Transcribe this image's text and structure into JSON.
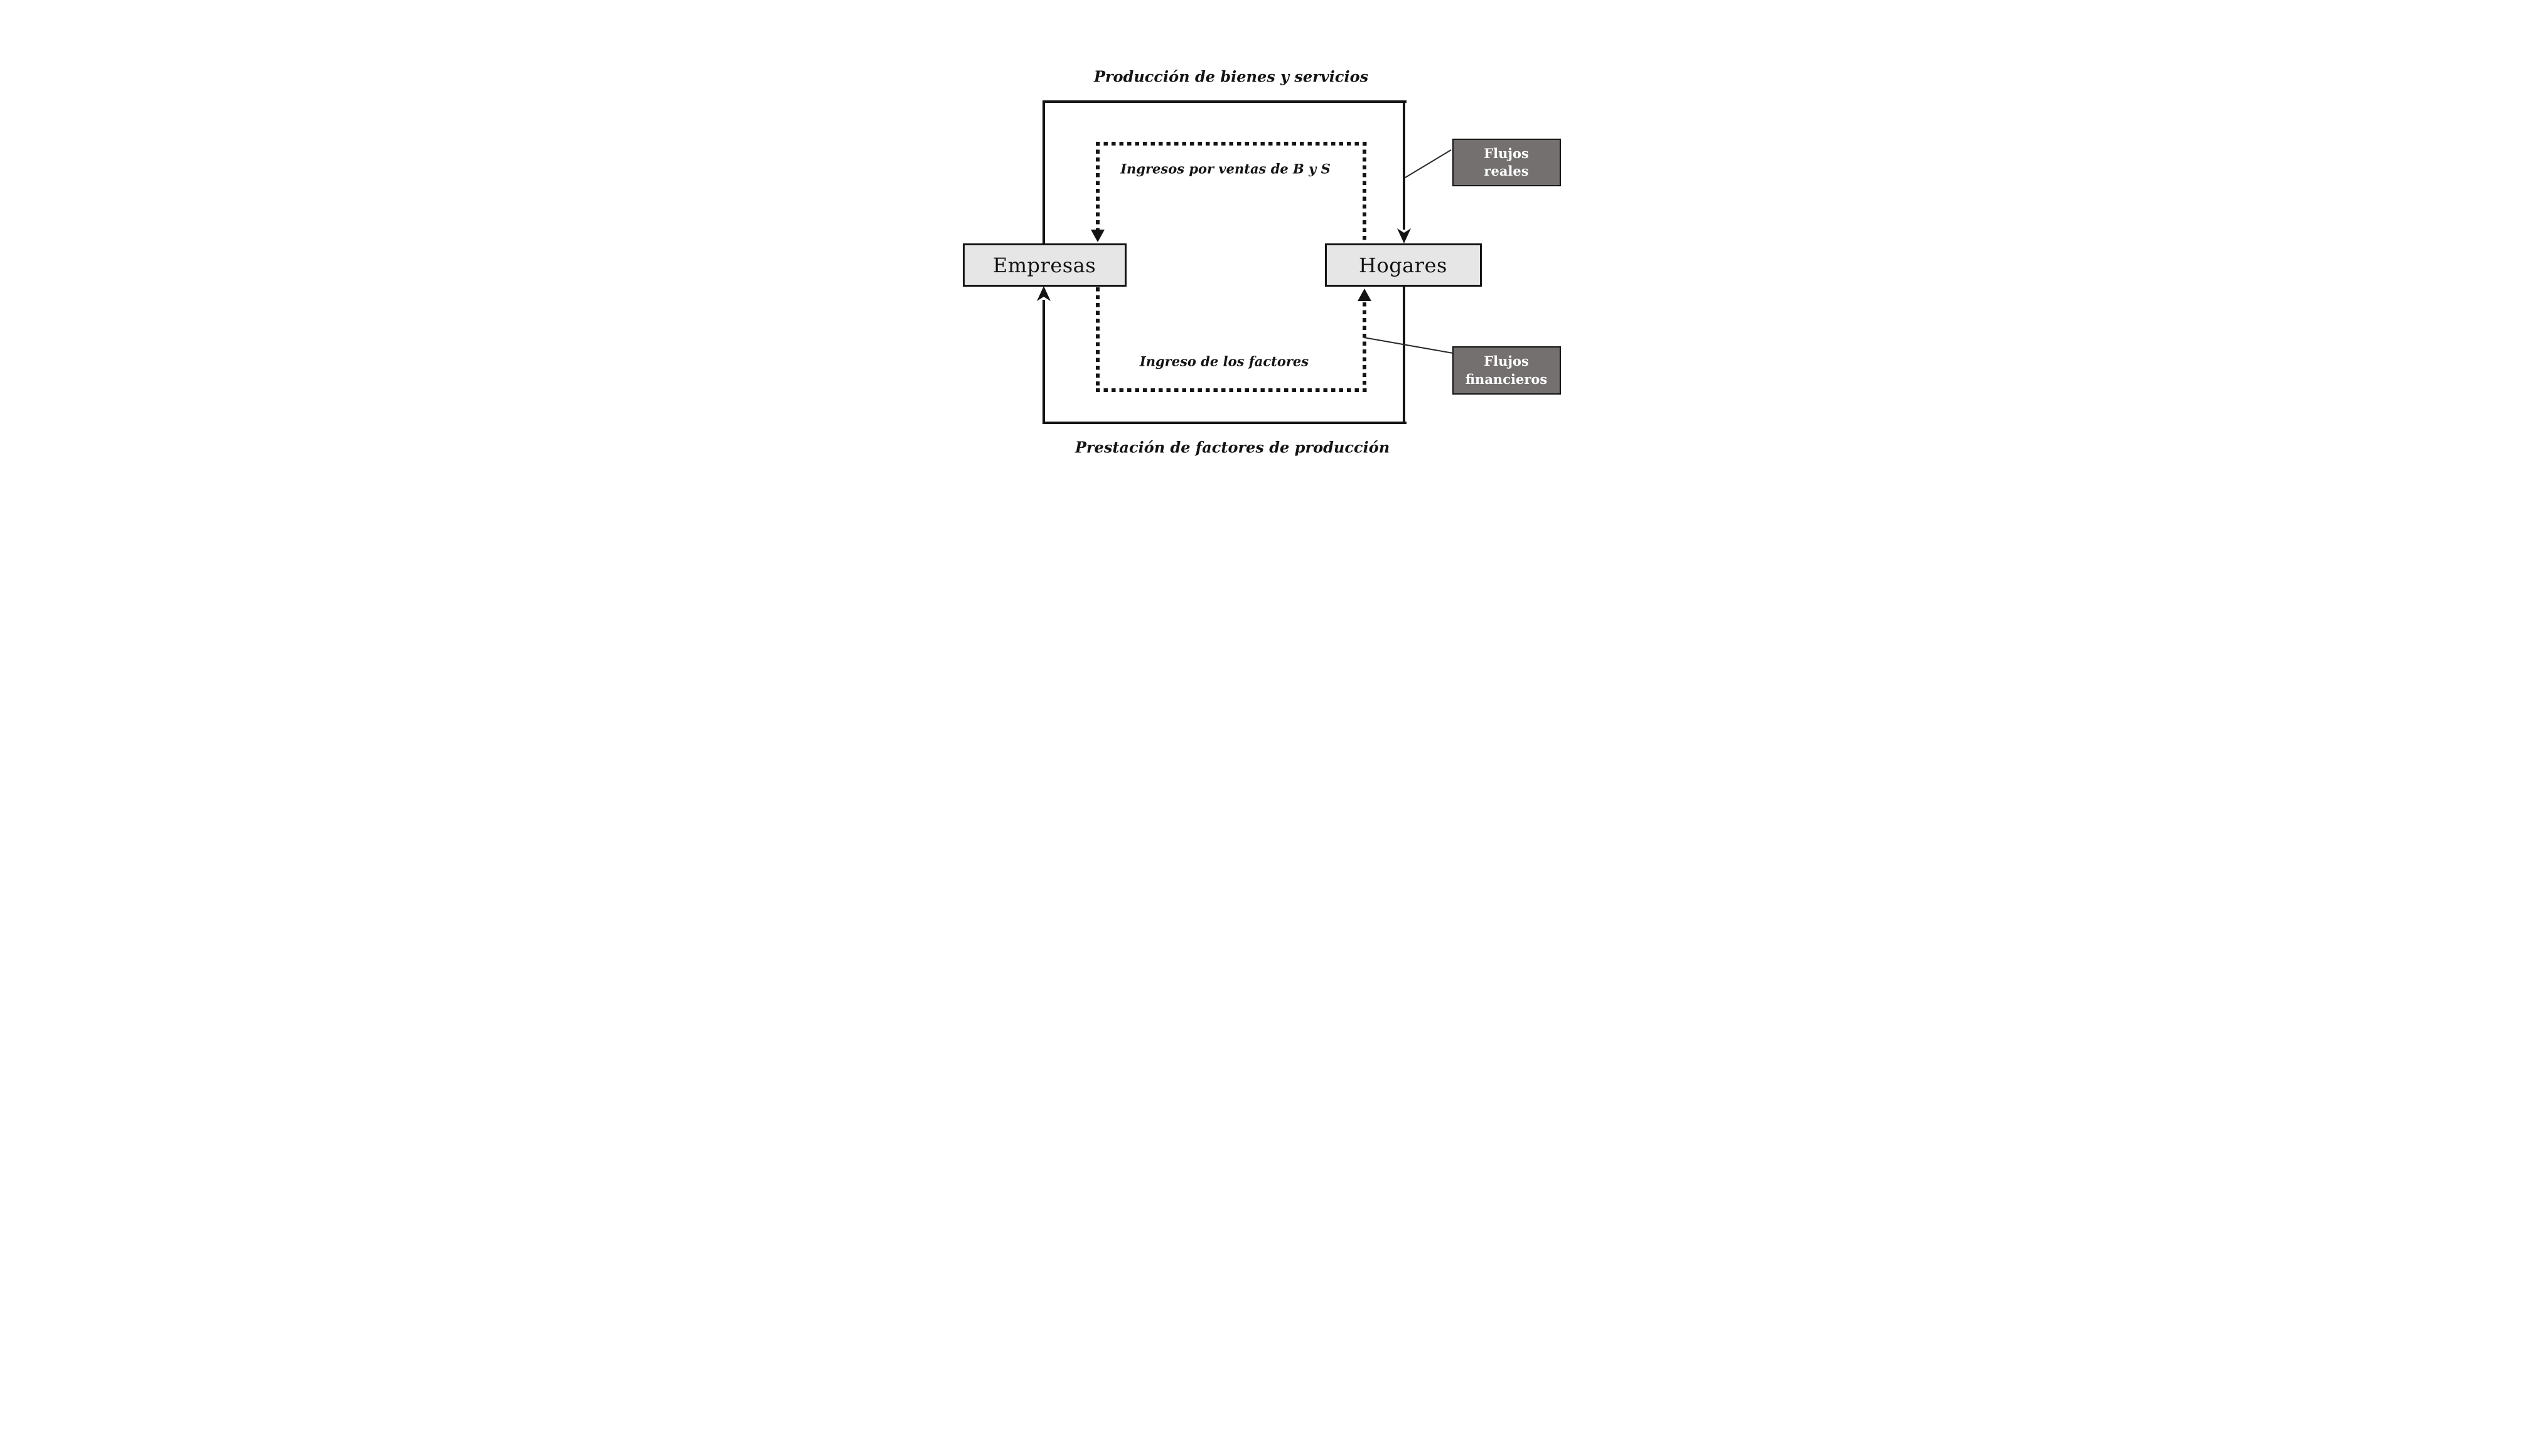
{
  "diagram": {
    "type": "circular-flow-diagram",
    "background": "#ffffff",
    "line_color": "#141414",
    "node_fill": "#e6e6e6",
    "nodes": {
      "empresas": "Empresas",
      "hogares": "Hogares"
    },
    "flows": {
      "top_outer": "Producción de bienes y servicios",
      "top_inner": "Ingresos por ventas de B y S",
      "bottom_inner": "Ingreso de los factores",
      "bottom_outer": "Prestación de factores de producción"
    },
    "legend": {
      "reales": "Flujos\nreales",
      "financieros": "Flujos\nfinancieros",
      "fill": "#757070",
      "text_color": "#ffffff"
    }
  }
}
